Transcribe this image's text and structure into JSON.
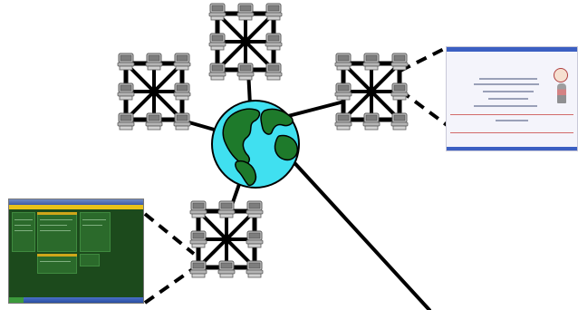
{
  "colors": {
    "background": "#ffffff",
    "link": "#000000",
    "callout": "#000000",
    "ocean": "#40e0f0",
    "land": "#1e7a2b",
    "computer": "#b8b8b8"
  },
  "network_icon": "computer-network-icon",
  "globe_icon": "earth-globe-icon",
  "computer_icon": "desktop-computer-icon",
  "screenshots": {
    "right": {
      "icon": "website-screenshot",
      "theme": "white page with blue bars"
    },
    "left": {
      "icon": "application-screenshot",
      "theme": "dark green with yellow menu bar"
    }
  },
  "network_count": 4,
  "computers_per_network": 8
}
